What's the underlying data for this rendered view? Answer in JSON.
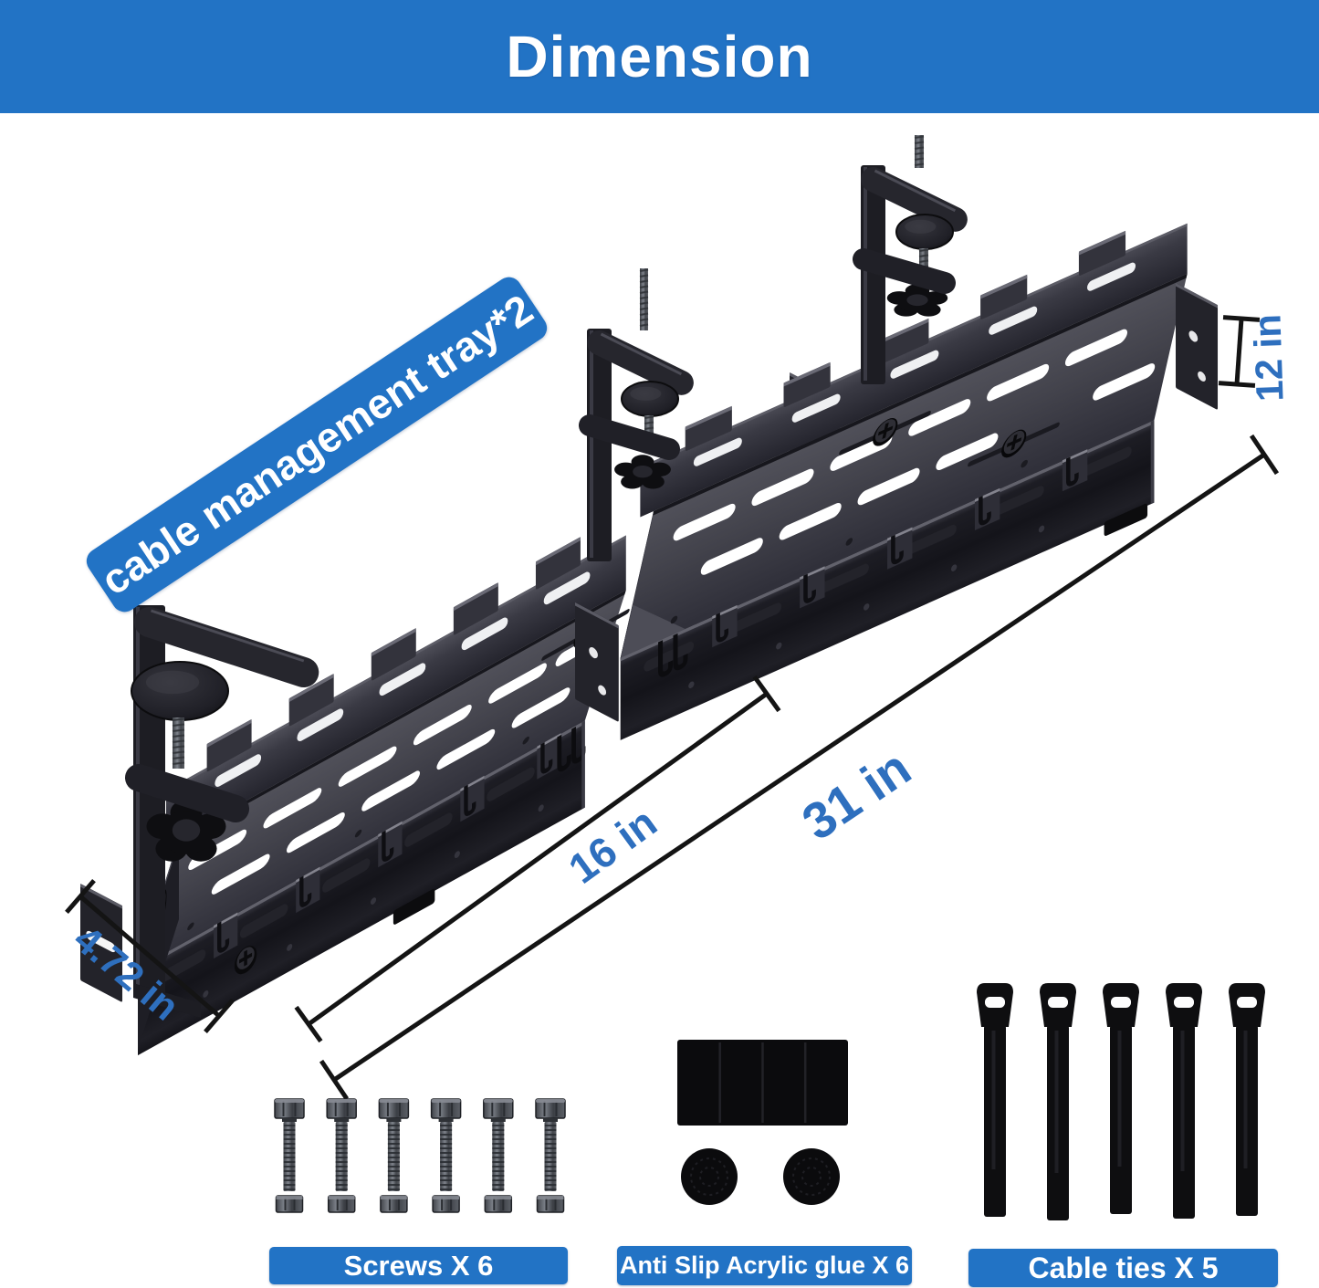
{
  "header": {
    "title": "Dimension"
  },
  "annotation": {
    "product_label": "cable management tray*2"
  },
  "dimensions": {
    "bracket_height": "12 in",
    "single_tray_length": "16 in",
    "combined_length": "31 in",
    "tray_depth": "4.72 in"
  },
  "kit": {
    "screws": {
      "label": "Screws X 6",
      "count": 6
    },
    "glue_pads": {
      "label": "Anti Slip Acrylic glue X 6",
      "count": 6
    },
    "cable_ties": {
      "label": "Cable ties X 5",
      "count": 5
    }
  },
  "colors": {
    "brand_blue": "#2273c5",
    "dimension_text_blue": "#2e6fbe",
    "dimension_line_black": "#141414",
    "tray_black": "#1a1a1e",
    "background_white": "#ffffff"
  }
}
